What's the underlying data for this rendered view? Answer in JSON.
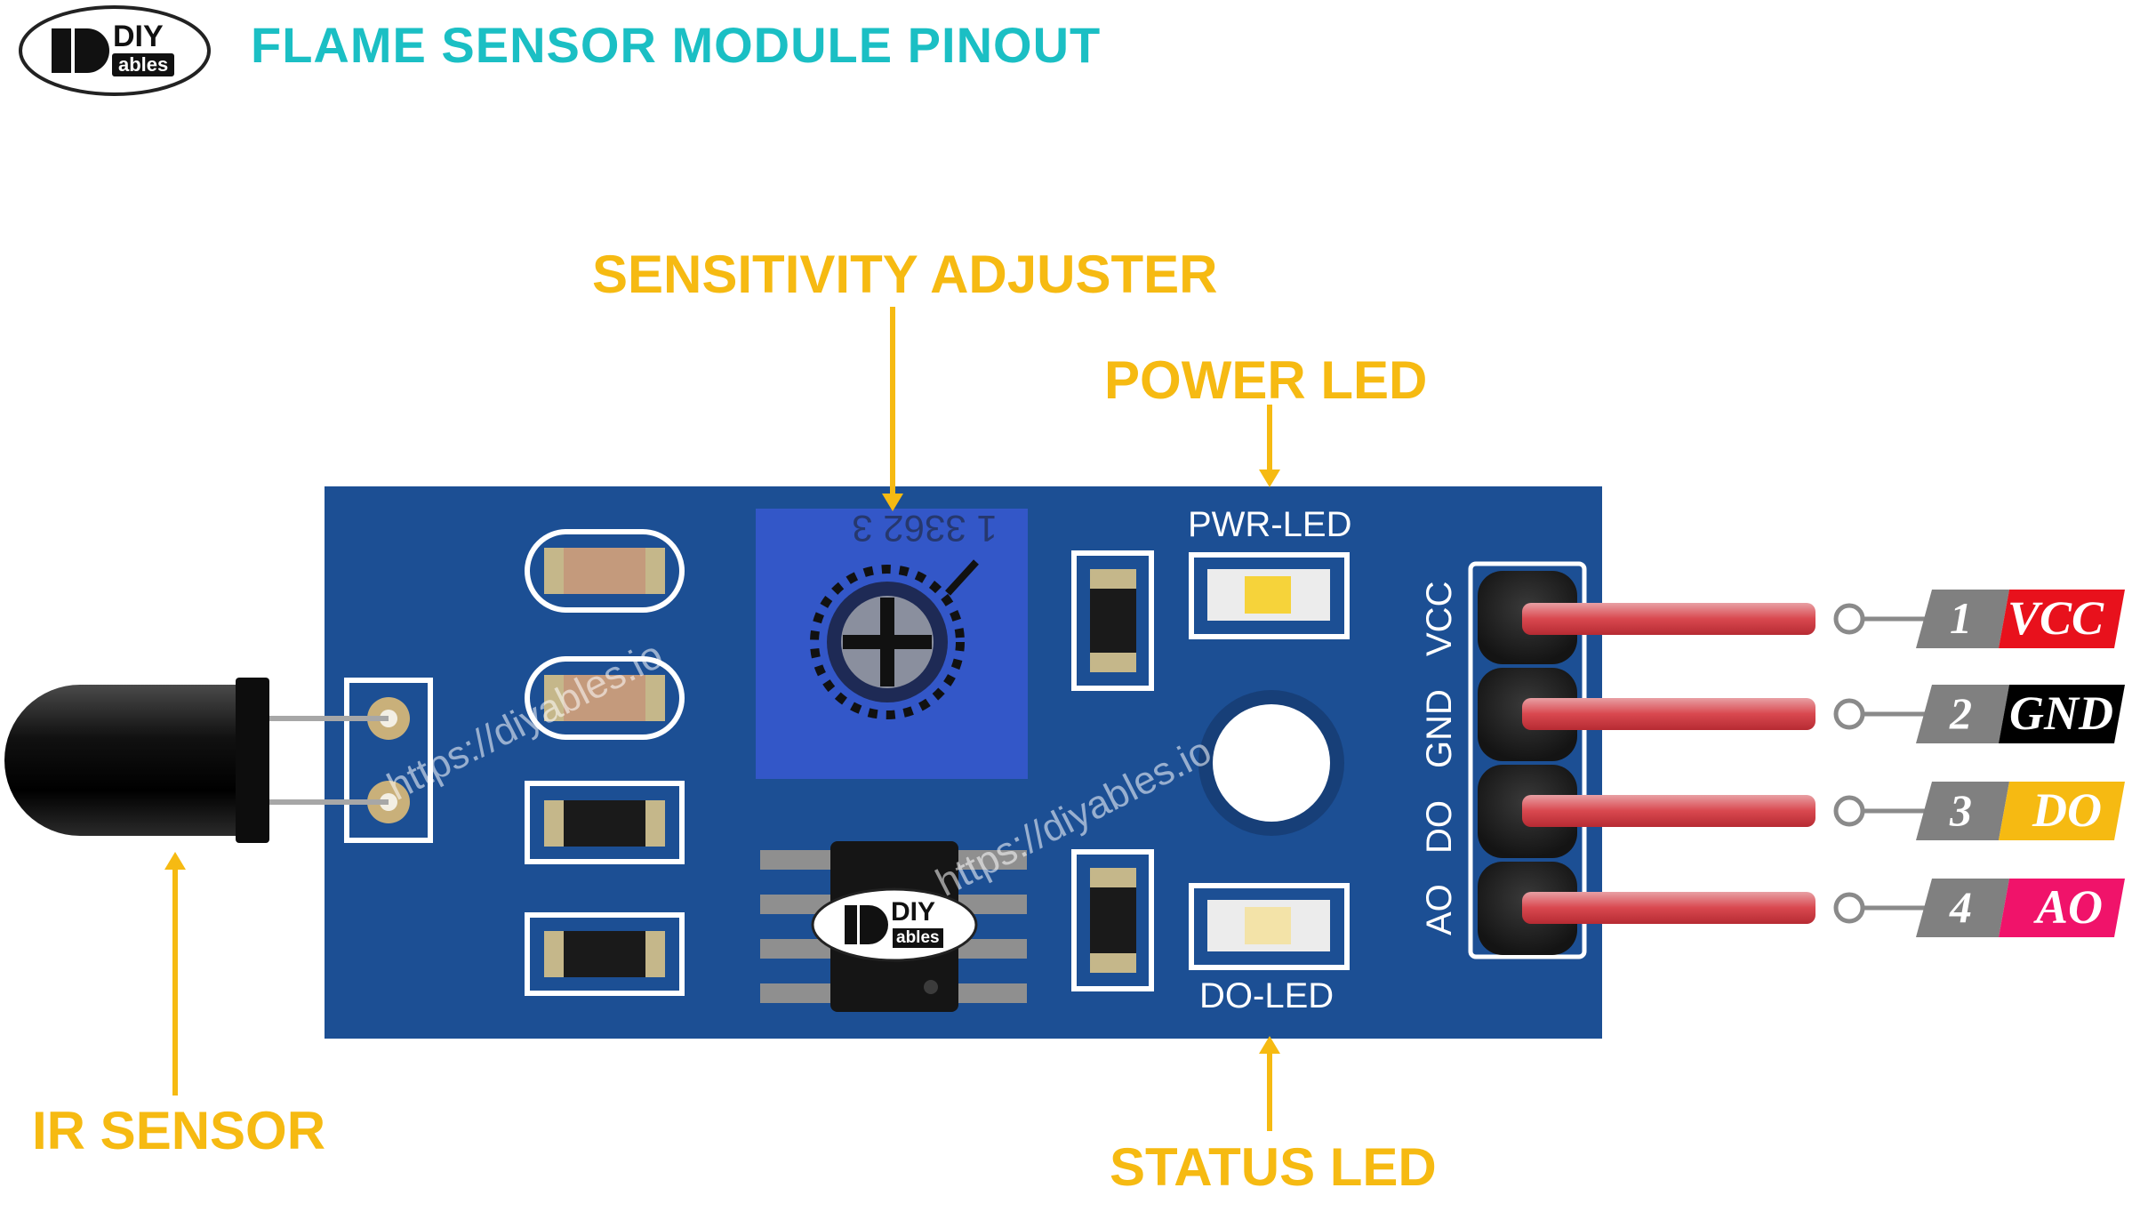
{
  "title": "FLAME SENSOR MODULE PINOUT",
  "brand": {
    "logo_top": "DIY",
    "logo_bottom": "ables",
    "watermark": "https://diyables.io"
  },
  "colors": {
    "title": "#1bbfc4",
    "callout": "#f6ba12",
    "board": "#1c4f94",
    "board_silk": "#ffffff",
    "pot": "#3357c8",
    "pin_gray": "#808080",
    "vcc": "#e8111c",
    "gnd": "#000000",
    "do": "#f6ba12",
    "ao": "#f0136a"
  },
  "callouts": {
    "sensitivity": "SENSITIVITY ADJUSTER",
    "power_led": "POWER LED",
    "ir_sensor": "IR SENSOR",
    "status_led": "STATUS LED"
  },
  "board_labels": {
    "pwr_led": "PWR-LED",
    "do_led": "DO-LED",
    "pot_marking": "1 3362 3",
    "header_vcc": "VCC",
    "header_gnd": "GND",
    "header_do": "DO",
    "header_ao": "AO"
  },
  "pins": [
    {
      "number": "1",
      "name": "VCC",
      "color": "#e8111c",
      "text_color": "#ffffff"
    },
    {
      "number": "2",
      "name": "GND",
      "color": "#000000",
      "text_color": "#ffffff"
    },
    {
      "number": "3",
      "name": "DO",
      "color": "#f6ba12",
      "text_color": "#ffffff"
    },
    {
      "number": "4",
      "name": "AO",
      "color": "#f0136a",
      "text_color": "#ffffff"
    }
  ]
}
